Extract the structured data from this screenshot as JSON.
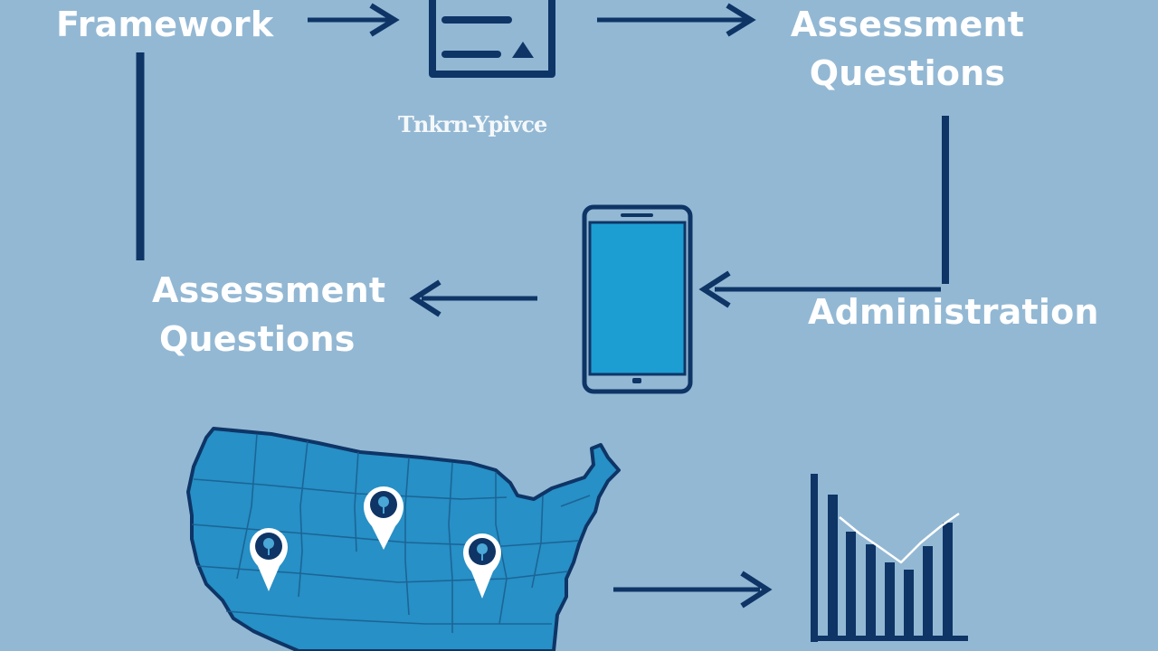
{
  "diagram": {
    "labels": {
      "framework": "Framework",
      "assessment_questions_top_line1": "Assessment",
      "assessment_questions_top_line2": "Questions",
      "assessment_questions_left_line1": "Assessment",
      "assessment_questions_left_line2": "Questions",
      "administration": "Administration",
      "document_caption": "Tnkrn-Ypivce"
    },
    "icons": {
      "document": "document-icon",
      "tablet": "tablet-icon",
      "map": "us-map-icon",
      "chart": "bar-chart-icon"
    },
    "colors": {
      "background": "#93b8d4",
      "navy": "#0e3566",
      "tablet_screen": "#1c9ed3",
      "map_fill": "#2790c6",
      "text": "#ffffff"
    }
  }
}
